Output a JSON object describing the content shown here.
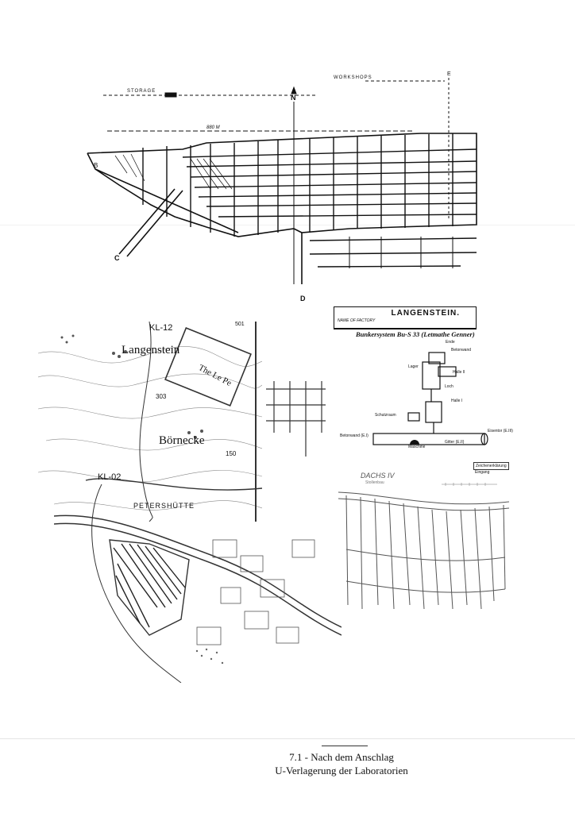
{
  "factory_plan": {
    "storage_label": "STORAGE",
    "workshops_label": "WORKSHOPS",
    "north_label": "N",
    "distance_label": "880 M",
    "point_labels": [
      "B",
      "C",
      "D",
      "E"
    ],
    "name_of_factory_label": "NAME OF FACTORY",
    "factory_name": "LANGENSTEIN."
  },
  "topo_map": {
    "town_1": "Langenstein",
    "town_2": "Börnecke",
    "grid_label_1": "KL-12",
    "grid_label_2": "KL-02",
    "feature_label": "The Le Pe",
    "elevation_1": "303",
    "elevation_2": "150",
    "elevation_3": "501",
    "place_label": "PETERSHÜTTE"
  },
  "bunker_diagram": {
    "title": "Bunkersystem Bu-S 33 (Letmathe Genner)",
    "labels": [
      "Ende",
      "Betonwand",
      "Lager",
      "Halle II",
      "Loch",
      "Halle I",
      "Schutzraum",
      "Betonwand (E.I)",
      "Maschine",
      "Gitter (E.II)",
      "Eisentor (E.III)"
    ]
  },
  "dachs_diagram": {
    "title": "DACHS IV",
    "subtitle": "Stollenbau",
    "legend_1": "Zeichenerklärung",
    "legend_2": "Eingang"
  },
  "caption": {
    "line1": "7.1 - Nach dem Anschlag",
    "line2": "U-Verlagerung der Laboratorien"
  }
}
